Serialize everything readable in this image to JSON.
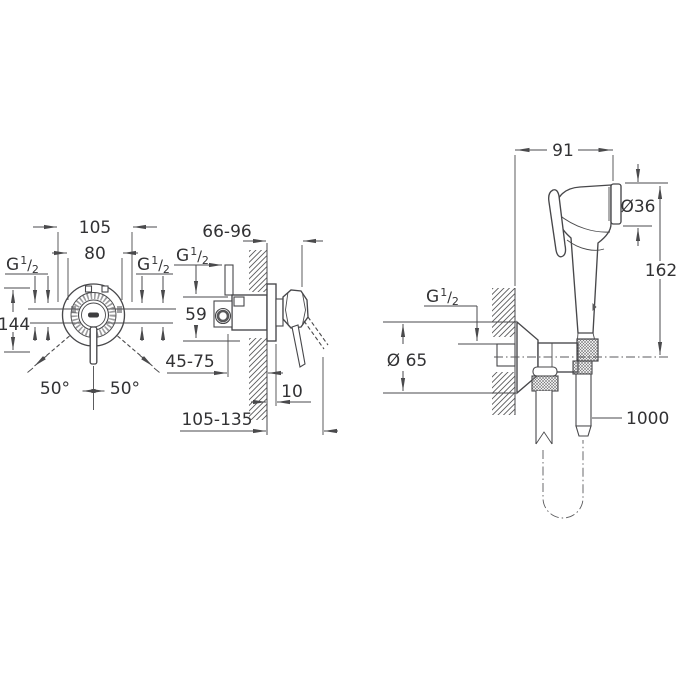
{
  "page": {
    "background": "#ffffff",
    "line_color": "#4a4a4c",
    "text_color": "#323234",
    "description": "Technical dimension drawing of a concealed mixer with hand shower (bidet spray) set: front view of trim, side section through wall, and wall-mounted hand shower with holder and hose"
  },
  "labels": {
    "thread": {
      "g": "G",
      "sup": "1",
      "slash": "/",
      "sub": "2"
    },
    "front": {
      "width_outer": "105",
      "width_inner": "80",
      "height": "144",
      "angle_left": "50°",
      "angle_right": "50°"
    },
    "side": {
      "depth_range_top": "66-96",
      "offset_vertical": "59",
      "rough_in_depth": "45-75",
      "escutcheon_thickness": "10",
      "total_depth_range": "105-135"
    },
    "shower": {
      "offset_from_wall": "91",
      "head_diameter": "Ø36",
      "height": "162",
      "escutcheon_diameter": "Ø 65",
      "hose_length": "1000"
    }
  }
}
